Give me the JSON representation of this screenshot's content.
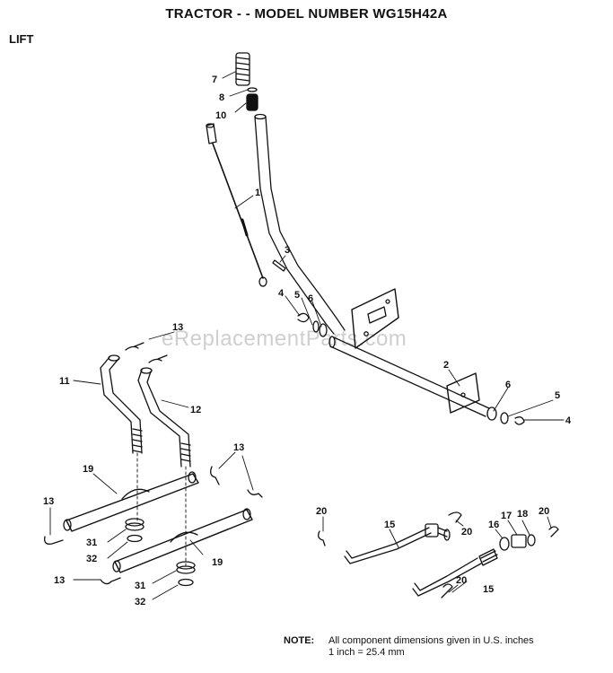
{
  "title": "TRACTOR - - MODEL NUMBER WG15H42A",
  "section": "LIFT",
  "watermark": "eReplacementParts.com",
  "note": {
    "label": "NOTE:",
    "line1": "All component dimensions given in U.S. inches",
    "line2": "1 inch = 25.4 mm"
  },
  "callouts": {
    "c7": "7",
    "c8": "8",
    "c10": "10",
    "c1": "1",
    "c3": "3",
    "c4a": "4",
    "c5a": "5",
    "c6a": "6",
    "c2": "2",
    "c6b": "6",
    "c5b": "5",
    "c4b": "4",
    "c13a": "13",
    "c11": "11",
    "c12": "12",
    "c13b": "13",
    "c19a": "19",
    "c13c": "13",
    "c31a": "31",
    "c32a": "32",
    "c13d": "13",
    "c31b": "31",
    "c32b": "32",
    "c19b": "19",
    "c20a": "20",
    "c15a": "15",
    "c20b": "20",
    "c16": "16",
    "c17": "17",
    "c18": "18",
    "c20c": "20",
    "c20d": "20",
    "c15b": "15"
  }
}
